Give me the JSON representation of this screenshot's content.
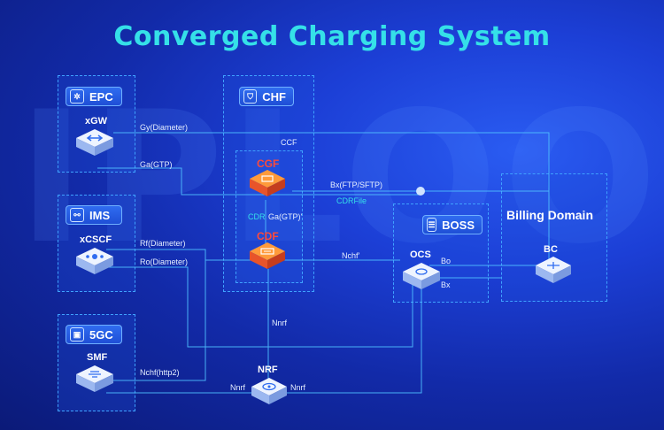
{
  "title": "Converged Charging System",
  "watermark": "IPLOOK",
  "panels": {
    "epc": {
      "badge": "EPC",
      "node": "xGW"
    },
    "ims": {
      "badge": "IMS",
      "node": "xCSCF"
    },
    "fivegc": {
      "badge": "5GC",
      "node": "SMF"
    },
    "chf": {
      "badge": "CHF",
      "ccf": "CCF",
      "cgf": "CGF",
      "cdf": "CDF"
    },
    "boss": {
      "badge": "BOSS",
      "node": "OCS"
    },
    "billing": {
      "title": "Billing Domain",
      "node": "BC"
    },
    "nrf": {
      "node": "NRF"
    }
  },
  "interfaces": {
    "gy": "Gy(Diameter)",
    "ga": "Ga(GTP)",
    "rf": "Rf(Diameter)",
    "ro": "Ro(Diameter)",
    "nchf_http2": "Nchf(http2)",
    "bx_ftp": "Bx(FTP/SFTP)",
    "cdrfile": "CDRFile",
    "cdr": "CDR",
    "ga_gtp_prime": "Ga(GTP)'",
    "nchf_prime": "Nchf'",
    "bo": "Bo",
    "bx": "Bx",
    "nnrf_vertical": "Nnrf",
    "nnrf_left": "Nnrf",
    "nnrf_right": "Nnrf"
  },
  "colors": {
    "title": "#35e0e8",
    "line": "#4fc0ff",
    "cgf_label": "#ff4a3a",
    "cdf_label": "#ff4a3a",
    "panel_border": "#3fa2ff"
  }
}
